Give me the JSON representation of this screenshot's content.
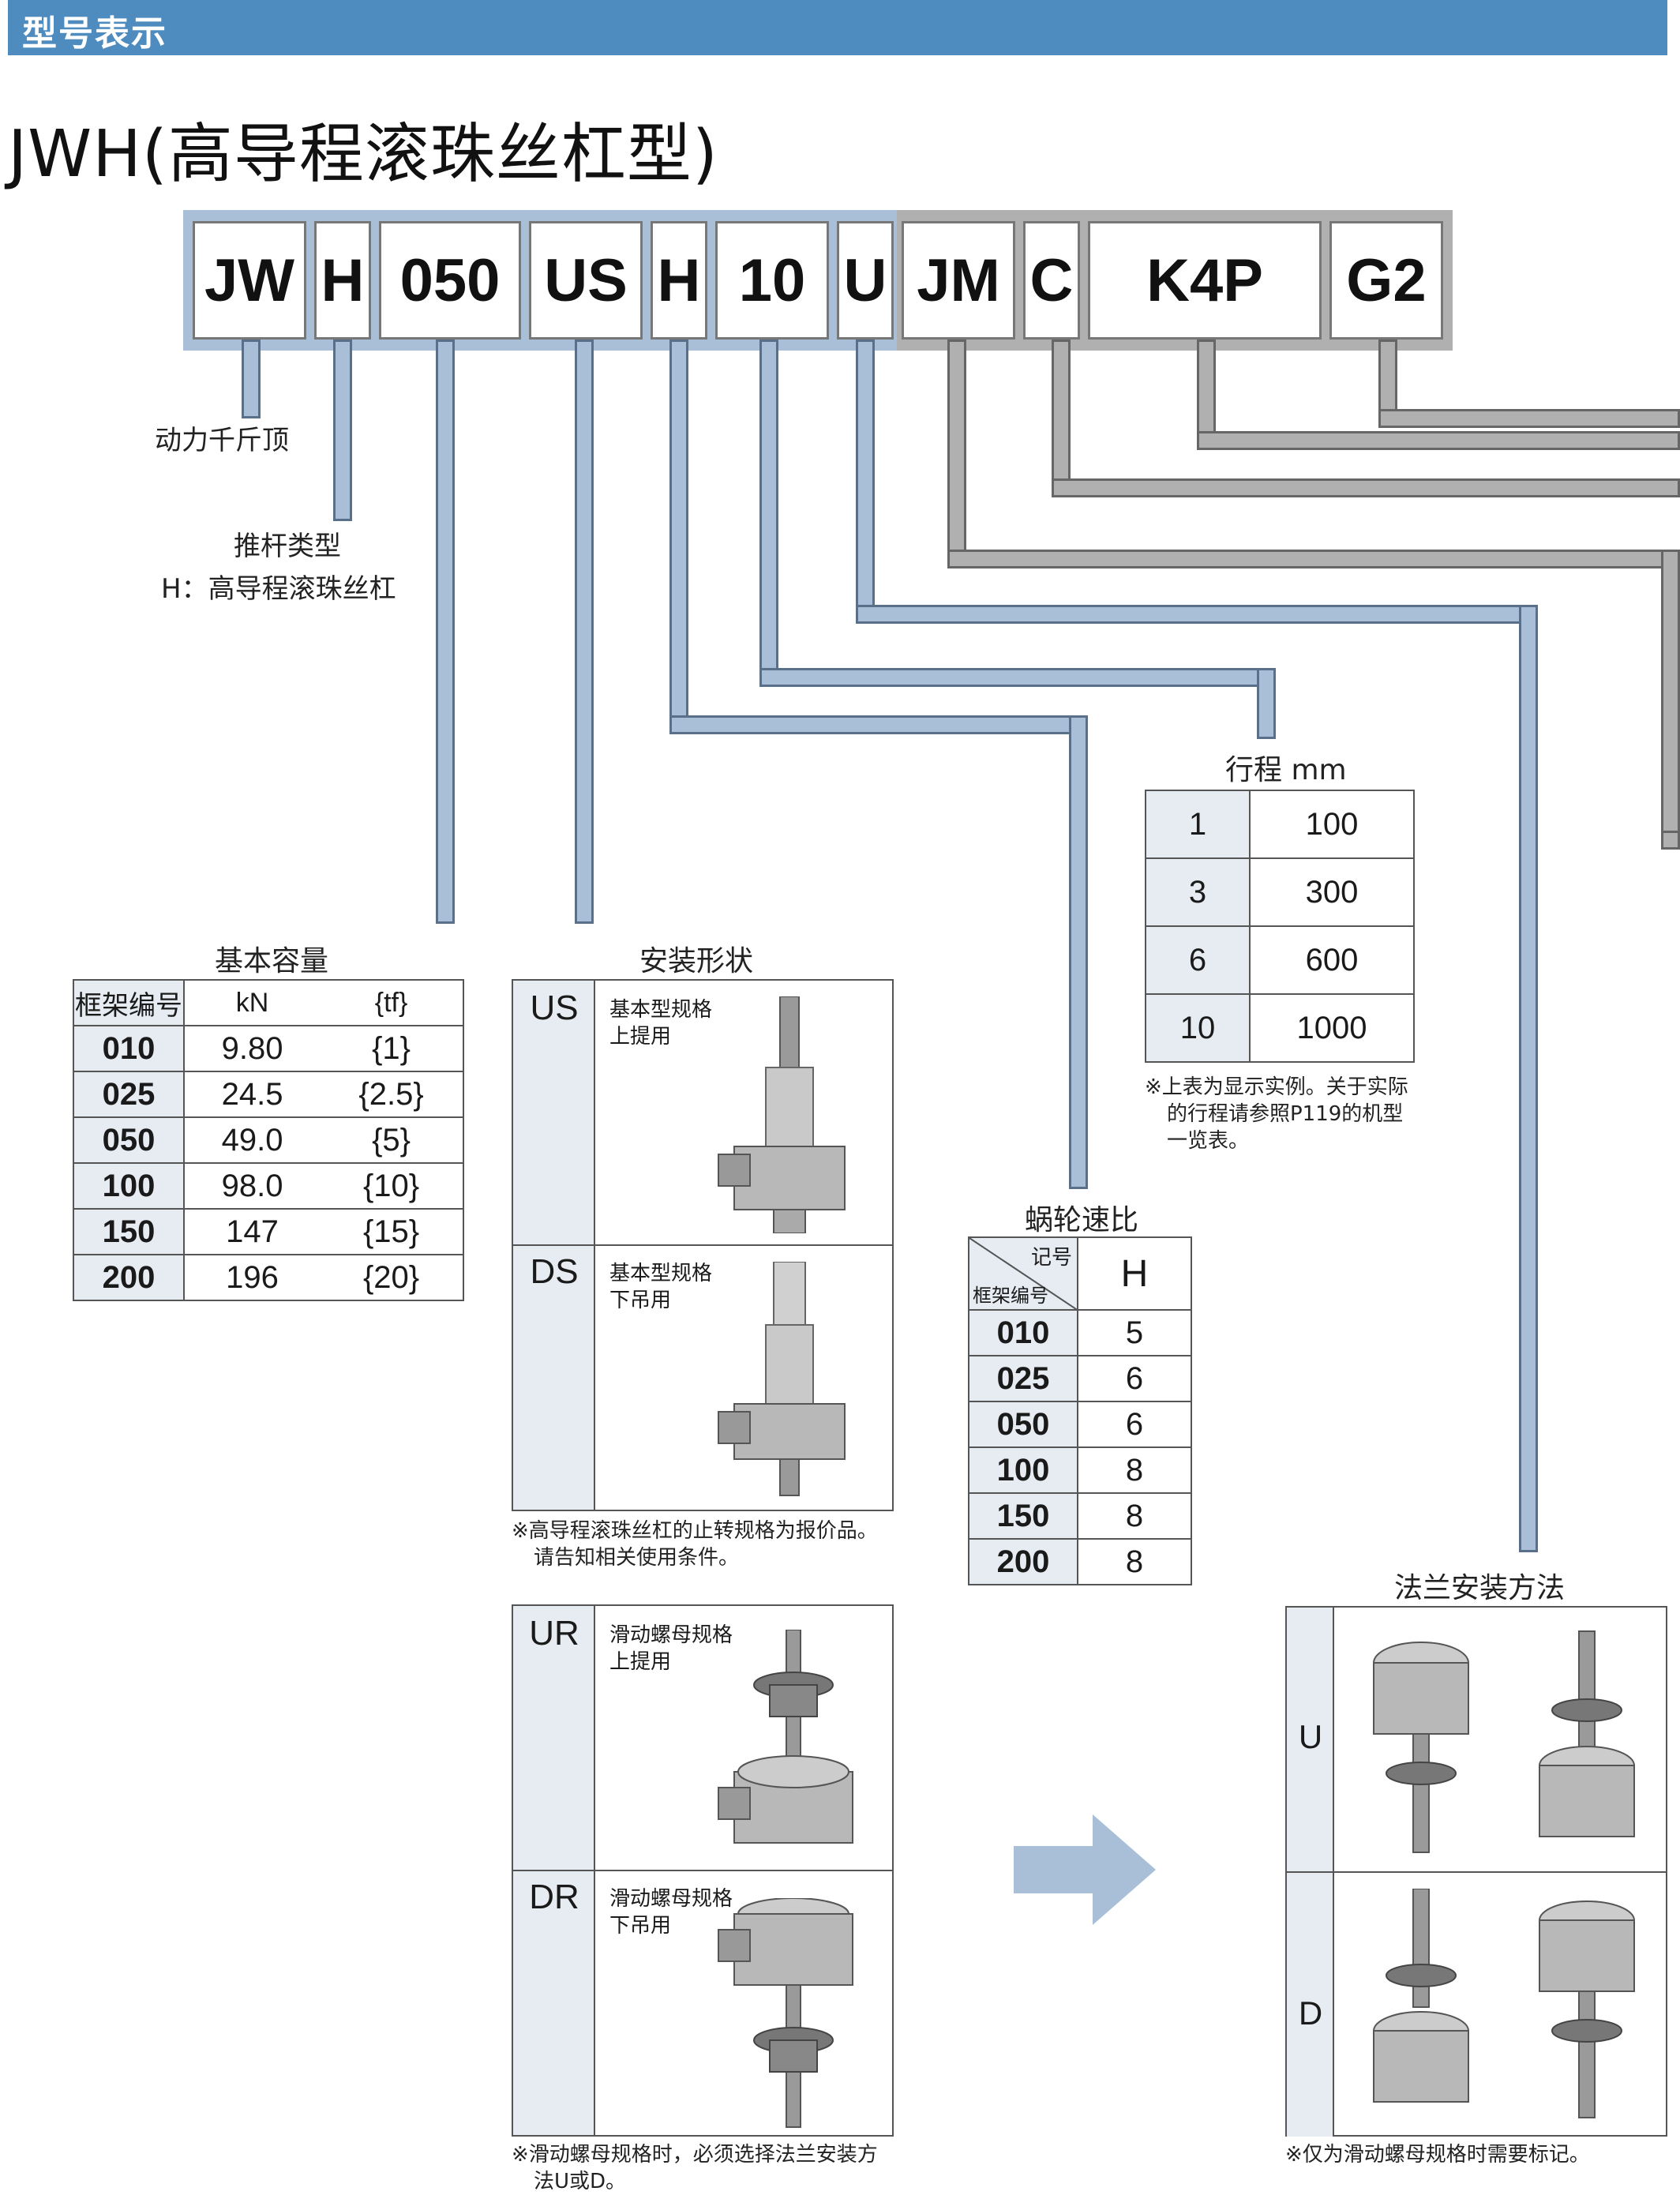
{
  "header": {
    "title": "型号表示"
  },
  "main_title": "JWH(高导程滚珠丝杠型)",
  "code_parts": [
    "JW",
    "H",
    "050",
    "US",
    "H",
    "10",
    "U",
    "JM",
    "C",
    "K4P",
    "G2"
  ],
  "labels": {
    "jack": "动力千斤顶",
    "rod_type": "推杆类型",
    "rod_type_value": "H：高导程滚珠丝杠"
  },
  "capacity": {
    "title": "基本容量",
    "headers": [
      "框架编号",
      "kN",
      "{tf}"
    ],
    "rows": [
      [
        "010",
        "9.80",
        "{1}"
      ],
      [
        "025",
        "24.5",
        "{2.5}"
      ],
      [
        "050",
        "49.0",
        "{5}"
      ],
      [
        "100",
        "98.0",
        "{10}"
      ],
      [
        "150",
        "147",
        "{15}"
      ],
      [
        "200",
        "196",
        "{20}"
      ]
    ]
  },
  "mount": {
    "title": "安装形状",
    "items": [
      {
        "code": "US",
        "desc1": "基本型规格",
        "desc2": "上提用"
      },
      {
        "code": "DS",
        "desc1": "基本型规格",
        "desc2": "下吊用"
      },
      {
        "code": "UR",
        "desc1": "滑动螺母规格",
        "desc2": "上提用"
      },
      {
        "code": "DR",
        "desc1": "滑动螺母规格",
        "desc2": "下吊用"
      }
    ],
    "note1_l1": "※高导程滚珠丝杠的止转规格为报价品。",
    "note1_l2": "请告知相关使用条件。",
    "note2_l1": "※滑动螺母规格时，必须选择法兰安装方",
    "note2_l2": "法U或D。"
  },
  "stroke": {
    "title": "行程 mm",
    "rows": [
      [
        "1",
        "100"
      ],
      [
        "3",
        "300"
      ],
      [
        "6",
        "600"
      ],
      [
        "10",
        "1000"
      ]
    ],
    "note_l1": "※上表为显示实例。关于实际",
    "note_l2": "的行程请参照P119的机型",
    "note_l3": "一览表。"
  },
  "ratio": {
    "title": "蜗轮速比",
    "corner_top": "记号",
    "corner_bottom": "框架编号",
    "col": "H",
    "rows": [
      [
        "010",
        "5"
      ],
      [
        "025",
        "6"
      ],
      [
        "050",
        "6"
      ],
      [
        "100",
        "8"
      ],
      [
        "150",
        "8"
      ],
      [
        "200",
        "8"
      ]
    ]
  },
  "flange": {
    "title": "法兰安装方法",
    "items": [
      "U",
      "D"
    ],
    "note": "※仅为滑动螺母规格时需要标记。"
  },
  "colors": {
    "accent": "#4e8bbf",
    "line_blue": "#a9bfd8",
    "line_gray": "#b0b0b0",
    "code_cell": "#e6ecf2"
  }
}
